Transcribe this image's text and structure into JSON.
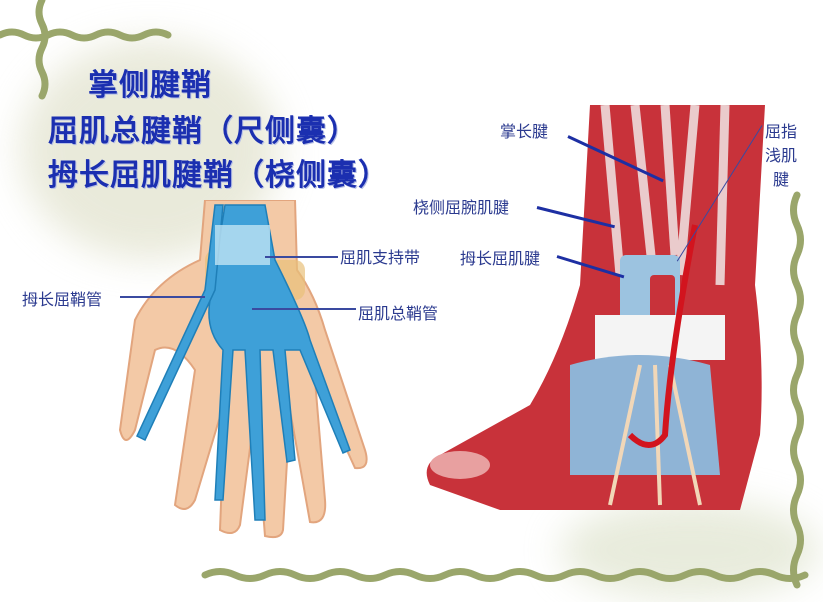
{
  "slide": {
    "titles": [
      "掌侧腱鞘",
      "屈肌总腱鞘（尺侧囊）",
      "拇长屈肌腱鞘（桡侧囊）"
    ],
    "left_figure": {
      "description": "palmar view of hand showing synovial tendon sheaths (blue)",
      "labels": {
        "flexor_retinaculum": "屈肌支持带",
        "fpl_sheath": "拇长屈鞘管",
        "common_flexor_sheath": "屈肌总鞘管"
      }
    },
    "right_figure": {
      "description": "dissection of wrist showing flexor tendons, arteries and nerves",
      "labels": {
        "palmaris_longus": "掌长腱",
        "fcr_tendon": "桡侧屈腕肌腱",
        "fpl_tendon": "拇长屈肌腱",
        "fds_tendon": "屈指\n浅肌\n腱"
      },
      "fds_lines": [
        "屈指",
        "浅肌",
        "腱"
      ]
    },
    "colors": {
      "title": "#1b2fb0",
      "label": "#2b3a8f",
      "border_vine": "#9aa66b",
      "sheath_blue": "#3ea0d8",
      "skin": "#f3c9a6",
      "muscle_red": "#c8323a"
    }
  }
}
